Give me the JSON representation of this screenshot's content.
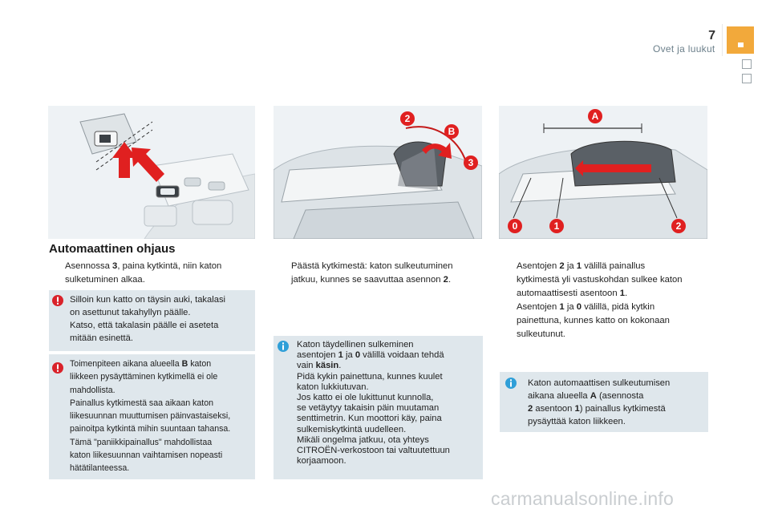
{
  "header": {
    "page_number": "7",
    "section_title": "Ovet ja luukut"
  },
  "heading": "Automaattinen ohjaus",
  "col1": {
    "step": {
      "bullet": "",
      "t1": "Asennossa ",
      "b1": "3",
      "t2": ", paina kytkintä, niin katon",
      "line2": "sulketuminen alkaa."
    },
    "warning1": [
      "Silloin kun katto on täysin auki, takalasi",
      "on asettunut takahyllyn päälle.",
      "Katso, että takalasin päälle ei aseteta",
      "mitään esinettä."
    ],
    "warning2": {
      "l1a": "Toimenpiteen aikana alueella ",
      "l1b": "B",
      "l1c": " katon",
      "lines": [
        "liikkeen pysäyttäminen kytkimellä ei ole",
        "mahdollista.",
        "Painallus kytkimestä saa aikaan katon",
        "liikesuunnan muuttumisen päinvastaiseksi,",
        "painoitpa kytkintä mihin suuntaan tahansa.",
        "Tämä \"paniikkipainallus\" mahdollistaa",
        "katon liikesuunnan vaihtamisen nopeasti",
        "hätätilanteessa."
      ]
    }
  },
  "col2": {
    "step": {
      "bullet": "",
      "line1": "Päästä kytkimestä: katon sulkeutuminen",
      "t2": "jatkuu, kunnes se saavuttaa asennon ",
      "b2": "2",
      "t3": "."
    },
    "info": {
      "l1": "Katon täydellinen sulkeminen",
      "l2a": "asentojen ",
      "l2b": "1",
      "l2c": " ja ",
      "l2d": "0",
      "l2e": " välillä voidaan tehdä",
      "l3a": "vain ",
      "l3b": "käsin",
      "l3c": ".",
      "lines": [
        "Pidä kykin painettuna, kunnes kuulet",
        "katon lukkiutuvan.",
        "Jos katto ei ole lukittunut kunnolla,",
        "se vetäytyy takaisin päin muutaman",
        "senttimetrin. Kun moottori käy, paina",
        "sulkemiskytkintä uudelleen.",
        "Mikäli ongelma jatkuu, ota yhteys",
        "CITROËN-verkostoon tai valtuutettuun",
        "korjaamoon."
      ]
    }
  },
  "col3": {
    "steps": {
      "bullet": "",
      "s1a": "Asentojen ",
      "s1b": "2",
      "s1c": " ja ",
      "s1d": "1",
      "s1e": " välillä painallus",
      "s1l2": "kytkimestä yli vastuskohdan sulkee katon",
      "s1l3a": "automaattisesti asentoon ",
      "s1l3b": "1",
      "s1l3c": ".",
      "s2a": "Asentojen ",
      "s2b": "1",
      "s2c": " ja ",
      "s2d": "0",
      "s2e": " välillä, pidä kytkin",
      "s2l2": "painettuna, kunnes katto on kokonaan",
      "s2l3": "sulkeutunut."
    },
    "info": {
      "l1": "Katon automaattisen sulkeutumisen",
      "l2a": "aikana alueella ",
      "l2b": "A",
      "l2c": " (asennosta",
      "l3a": "2",
      "l3b": " asentoon ",
      "l3c": "1",
      "l3d": ") painallus kytkimestä",
      "l4": "pysäyttää katon liikkeen."
    }
  },
  "figures": {
    "fig1_label": "",
    "fig2_labels": [
      "2",
      "B",
      "3"
    ],
    "fig3_labels": [
      "A",
      "0",
      "1",
      "2"
    ]
  },
  "watermark": "carmanualsonline.info",
  "colors": {
    "accent_orange": "#f2a93b",
    "warning_red": "#d9222a",
    "info_blue": "#2f9fd8",
    "arrow_red": "#e02020",
    "box_bg": "#dfe7ec"
  }
}
